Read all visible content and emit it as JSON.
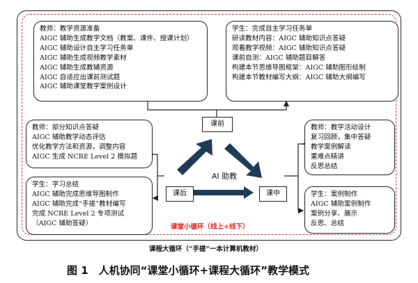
{
  "boxes": {
    "teacher_prep": {
      "lines": [
        "教师：教学资源准备",
        "AIGC 辅助生成教学文档（教案、课件、授课计划）",
        "AIGC 辅助设计自主学习任务单",
        "AIGC 辅助生成视频教学素材",
        "AIGC 辅助生成教辅资源",
        "AIGC 自适应出课前测试题",
        "AIGC 辅助课堂教学案例设计"
      ]
    },
    "student_self": {
      "lines": [
        "学生：完成自主学习任务单",
        "研读教材内容：AIGC 辅助知识点答疑",
        "观看教学视频：AIGC 辅助知识点答疑",
        "课前自测：AIGC 辅助题目解答",
        "构建本节思维导图框架：AIGC 辅助图形绘制",
        "构建本节教材编写大纲：AIGC 辅助大纲编写"
      ]
    },
    "teacher_after": {
      "lines": [
        "教师：部分知识点答疑",
        "AIGC 辅助教学动态评估",
        "优化教学方法和资源，调整内容",
        "AIGC 生成 NCRE Level 2 模拟题"
      ]
    },
    "student_summary": {
      "lines": [
        "学生：学习总结",
        "AIGC 辅助完成思维导图制作",
        "AIGC 辅助完成“手搓”教材编写",
        "完成 NCRE Level 2 专项测试",
        "（AIGC 辅助答疑）"
      ]
    },
    "teacher_class": {
      "lines": [
        "教师：教学活动设计",
        "复习回顾，集中答疑",
        "教学案例解读",
        "重难点精讲",
        "反思总结"
      ]
    },
    "student_case": {
      "lines": [
        "学生：案例制作",
        "AIGC 辅助案例制作",
        "案例分享、展示",
        "反思、总结"
      ]
    }
  },
  "cycle": {
    "before": "课前",
    "during": "课中",
    "after": "课后",
    "center": "AI 助教"
  },
  "captions": {
    "small_loop": "课堂小循环（线上+线下）",
    "big_loop": "课程大循环（“手搓”一本计算机教材）",
    "figure": "图 1　人机协同“课堂小循环+课程大循环”教学模式"
  },
  "colors": {
    "triangle": "#1f3b57",
    "border": "#222222",
    "dashed": "#dd3333"
  }
}
